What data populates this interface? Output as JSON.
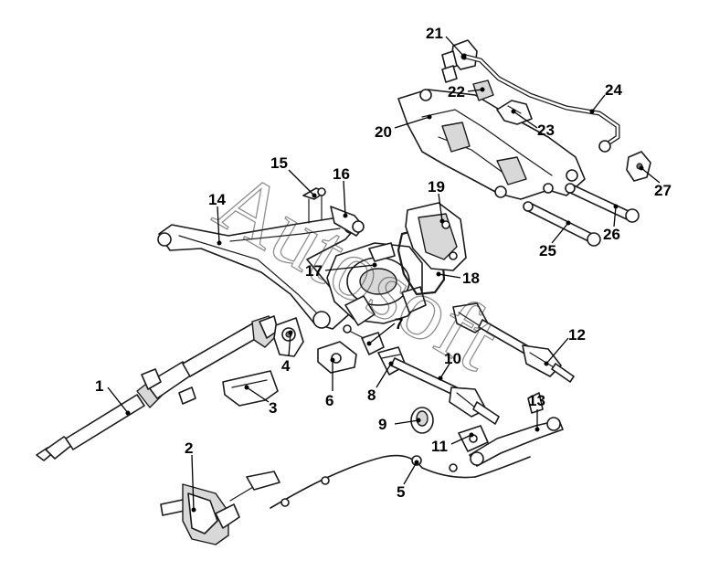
{
  "watermark": "Autosoft",
  "callouts": [
    {
      "id": "callout-1",
      "label": "1"
    },
    {
      "id": "callout-2",
      "label": "2"
    },
    {
      "id": "callout-3",
      "label": "3"
    },
    {
      "id": "callout-4",
      "label": "4"
    },
    {
      "id": "callout-5",
      "label": "5"
    },
    {
      "id": "callout-6",
      "label": "6"
    },
    {
      "id": "callout-7",
      "label": "7"
    },
    {
      "id": "callout-8",
      "label": "8"
    },
    {
      "id": "callout-9",
      "label": "9"
    },
    {
      "id": "callout-10",
      "label": "10"
    },
    {
      "id": "callout-11",
      "label": "11"
    },
    {
      "id": "callout-12",
      "label": "12"
    },
    {
      "id": "callout-13",
      "label": "13"
    },
    {
      "id": "callout-14",
      "label": "14"
    },
    {
      "id": "callout-15",
      "label": "15"
    },
    {
      "id": "callout-16",
      "label": "16"
    },
    {
      "id": "callout-17",
      "label": "17"
    },
    {
      "id": "callout-18",
      "label": "18"
    },
    {
      "id": "callout-19",
      "label": "19"
    },
    {
      "id": "callout-20",
      "label": "20"
    },
    {
      "id": "callout-21",
      "label": "21"
    },
    {
      "id": "callout-22",
      "label": "22"
    },
    {
      "id": "callout-23",
      "label": "23"
    },
    {
      "id": "callout-24",
      "label": "24"
    },
    {
      "id": "callout-25",
      "label": "25"
    },
    {
      "id": "callout-26",
      "label": "26"
    },
    {
      "id": "callout-27",
      "label": "27"
    }
  ]
}
